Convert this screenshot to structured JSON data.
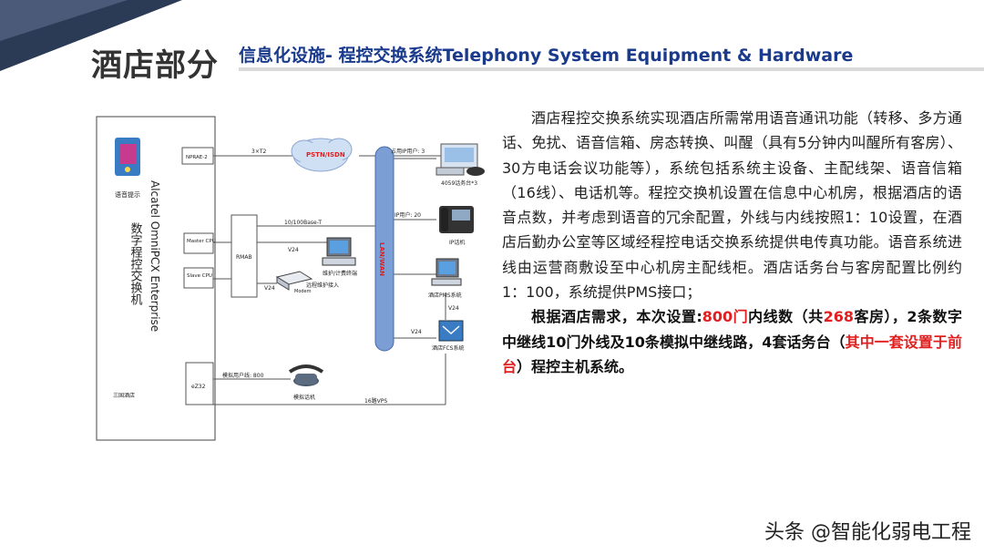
{
  "header": {
    "section_title": "酒店部分",
    "subtitle": "信息化设施- 程控交换系统Telephony System Equipment & Hardware"
  },
  "diagram": {
    "voice_prompt": "语音提示",
    "pbx_name_en": "Alcatel OmniPCX Enterprise",
    "pbx_name_cn": "数字程控交换机",
    "hotel_label": "三国酒店",
    "nprae": "NPRAE-2",
    "trunk": "3×T2",
    "pstn": "PSTN/ISDN",
    "master_cpu": "Master CPU",
    "slave_cpu": "Slave CPU",
    "rmab": "RMAB",
    "ethernet": "10/100Base-T",
    "v24_a": "V24",
    "v24_b": "V24",
    "v24_c": "V24",
    "v24_d": "V24",
    "terminal": "维护/计费终端",
    "remote_access": "远程维护接入",
    "modem": "Modem",
    "lan_wan": "LAN/WAN",
    "ip_users_3": "占用IP用户: 3",
    "console": "4059话务台*3",
    "ip_users_20": "IP用户: 20",
    "ip_phone": "IP话机",
    "pms": "酒店PMS系统",
    "fcs": "酒店FCS系统",
    "ez32": "eZ32",
    "analog_users": "模拟用户线: 800",
    "analog_phone": "模拟话机",
    "vps": "16路VPS"
  },
  "body": {
    "para1": "酒店程控交换系统实现酒店所需常用语音通讯功能（转移、多方通话、免扰、语音信箱、房态转换、叫醒（具有5分钟内叫醒所有客房）、30方电话会议功能等），系统包括系统主设备、主配线架、语音信箱（16线）、电话机等。程控交换机设置在信息中心机房，根据酒店的语音点数，并考虑到语音的冗余配置，外线与内线按照1：10设置，在酒店后勤办公室等区域经程控电话交换系统提供电传真功能。语音系统进线由运营商敷设至中心机房主配线柜。酒店话务台与客房配置比例约1：100，系统提供PMS接口；",
    "p2_a": "根据酒店需求，本次设置:",
    "p2_b": "800门",
    "p2_c": "内线数（共",
    "p2_d": "268",
    "p2_e": "客房），2条数字中继线10门外线及10条模拟中继线路，4套话务台（",
    "p2_f": "其中一套设置于前台",
    "p2_g": "）程控主机系统。"
  },
  "watermark": "头条 @智能化弱电工程",
  "colors": {
    "accent_blue": "#1a3a8c",
    "corner": "#2b3a55",
    "red": "#e02020",
    "lan_bus": "#7b9fd4"
  }
}
